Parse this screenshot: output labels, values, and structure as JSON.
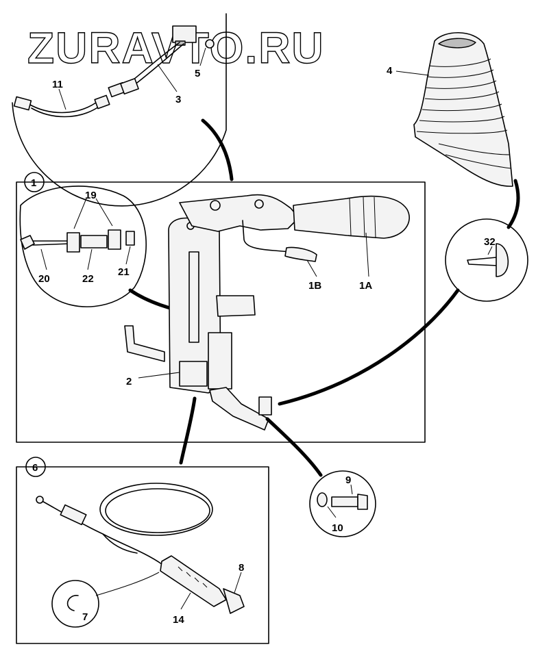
{
  "watermark": "ZURAVTO.RU",
  "callouts": {
    "c1": "1",
    "c1a": "1A",
    "c1b": "1B",
    "c2": "2",
    "c3": "3",
    "c4": "4",
    "c5": "5",
    "c6": "6",
    "c7": "7",
    "c8": "8",
    "c9": "9",
    "c10": "10",
    "c11": "11",
    "c14": "14",
    "c19": "19",
    "c20": "20",
    "c21": "21",
    "c22": "22",
    "c32": "32"
  }
}
